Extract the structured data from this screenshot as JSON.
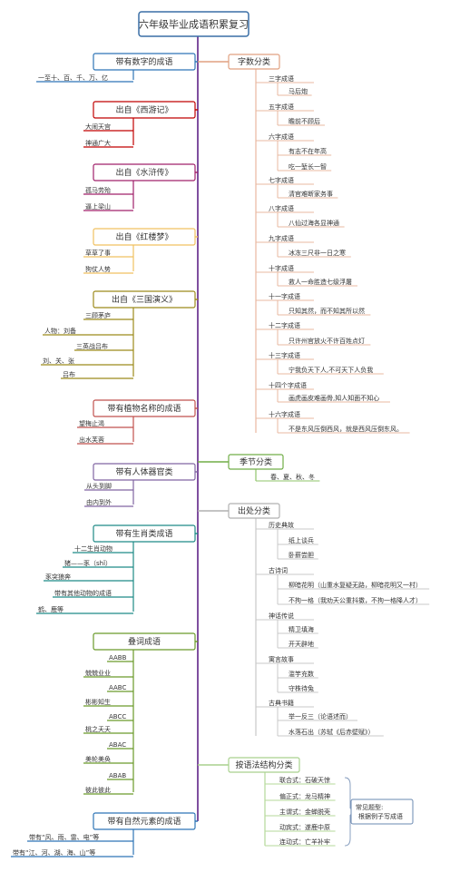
{
  "title": "六年级毕业成语积累复习",
  "left": [
    {
      "label": "带有数字的成语",
      "color": "#2e75b6",
      "children": [
        "一至十、百、千、万、亿"
      ]
    },
    {
      "label": "出自《西游记》",
      "color": "#c00000",
      "children": [
        "大闹天宫",
        "神通广大"
      ]
    },
    {
      "label": "出自《水浒传》",
      "color": "#a0206a",
      "children": [
        "孤马劳殆",
        "逼上梁山"
      ]
    },
    {
      "label": "出自《红楼梦》",
      "color": "#f0c060",
      "children": [
        "草草了事",
        "狗仗人势"
      ]
    },
    {
      "label": "出自《三国演义》",
      "color": "#9c8a1a",
      "children": [
        "三顾茅庐",
        "人物：刘备",
        "三英战吕布",
        "刘、关、张",
        "吕布"
      ]
    },
    {
      "label": "带有植物名称的成语",
      "color": "#c0504d",
      "children": [
        "望梅止渴",
        "出水芙蓉"
      ]
    },
    {
      "label": "带有人体器官类",
      "color": "#8064a2",
      "children": [
        "从头到脚",
        "由内到外"
      ]
    },
    {
      "label": "带有生肖类成语",
      "color": "#1f8a86",
      "children": [
        "十二生肖动物",
        "猪——豕（shǐ）",
        "豕突狼奔",
        "带有其他动物的成语",
        "鹤、鹿等"
      ]
    },
    {
      "label": "叠词成语",
      "color": "#6a9a2a",
      "children": [
        "AABB",
        "兢兢业业",
        "AABC",
        "彬彬知生",
        "ABCC",
        "桃之夭夭",
        "ABAC",
        "美轮美奂",
        "ABAB",
        "彼此彼此"
      ]
    },
    {
      "label": "带有自然元素的成语",
      "color": "#2e75b6",
      "children": [
        "带有“风、雨、雷、电”等",
        "带有“江、河、湖、海、山”等"
      ]
    }
  ],
  "right": [
    {
      "label": "字数分类",
      "color": "#e0a080",
      "groups": [
        {
          "label": "三字成语",
          "items": [
            "马后炮"
          ]
        },
        {
          "label": "五字成语",
          "items": [
            "瞻前不顾后"
          ]
        },
        {
          "label": "六字成语",
          "items": [
            "有志不在年高",
            "吃一堑长一智"
          ]
        },
        {
          "label": "七字成语",
          "items": [
            "清官难断家务事"
          ]
        },
        {
          "label": "八字成语",
          "items": [
            "八仙过海各显神通"
          ]
        },
        {
          "label": "九字成语",
          "items": [
            "冰冻三尺非一日之寒"
          ]
        },
        {
          "label": "十字成语",
          "items": [
            "救人一命胜造七级浮屠"
          ]
        },
        {
          "label": "十一字成语",
          "items": [
            "只知其然，而不知其所以然"
          ]
        },
        {
          "label": "十二字成语",
          "items": [
            "只许州官放火不许百姓点灯"
          ]
        },
        {
          "label": "十三字成语",
          "items": [
            "宁我负天下人,不可天下人负我"
          ]
        },
        {
          "label": "十四个字成语",
          "items": [
            "画虎画皮难画骨,知人知面不知心"
          ]
        },
        {
          "label": "十六字成语",
          "items": [
            "不是东风压倒西风，就是西风压倒东风。"
          ]
        }
      ]
    },
    {
      "label": "季节分类",
      "color": "#70ad47",
      "groups": [
        {
          "label": "",
          "items": [
            "春、夏、秋、冬"
          ]
        }
      ]
    },
    {
      "label": "出处分类",
      "color": "#d0d0d0",
      "groups": [
        {
          "label": "历史典故",
          "items": [
            "纸上谈兵",
            "卧薪尝胆"
          ]
        },
        {
          "label": "古诗词",
          "items": [
            "柳暗花明（山重水复疑无路，柳暗花明又一村）",
            "不拘一格（我劝天公重抖擞，不拘一格降人才）"
          ]
        },
        {
          "label": "神话传说",
          "items": [
            "精卫填海",
            "开天辟地"
          ]
        },
        {
          "label": "寓言故事",
          "items": [
            "滥竽充数",
            "守株待兔"
          ]
        },
        {
          "label": "古典书籍",
          "items": [
            "举一反三（论语述而）",
            "水落石出（苏轼《后赤壁赋》）"
          ]
        }
      ]
    },
    {
      "label": "按语法结构分类",
      "color": "#a9d18e",
      "groups": [
        {
          "label": "",
          "items": [
            "联合式：石破天惊",
            "偏正式：龙马精神",
            "主谓式：金蝉脱壳",
            "动宾式：遂鹿中原",
            "连动式：亡羊补牢"
          ]
        }
      ],
      "note": "常见题型:\n根据例子写成语"
    }
  ]
}
